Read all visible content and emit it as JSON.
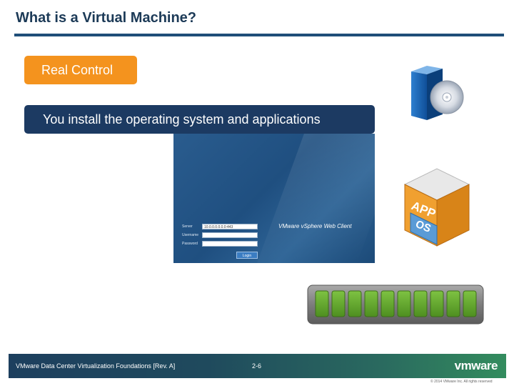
{
  "slide": {
    "title": "What is a Virtual Machine?",
    "real_control_label": "Real Control",
    "install_text": "You install the operating system and applications"
  },
  "login_screenshot": {
    "server_label": "Server",
    "username_label": "Username",
    "password_label": "Password",
    "server_value": "10.0.0.0.0.0.0:443",
    "brand_text": "VMware vSphere Web Client",
    "login_button": "Login"
  },
  "icons": {
    "install_disc": "installer-disc-icon",
    "app_os_box": "app-os-box-icon",
    "app_label": "APP",
    "os_label": "OS",
    "memory_module": "memory-module-icon"
  },
  "footer": {
    "course": "VMware Data Center Virtualization Foundations [Rev. A]",
    "page": "2-6",
    "logo": "vmware",
    "copyright": "© 2014 VMware Inc. All rights reserved"
  },
  "colors": {
    "title": "#1c3a57",
    "orange_box": "#f4931e",
    "navy_box": "#1c3a62"
  }
}
